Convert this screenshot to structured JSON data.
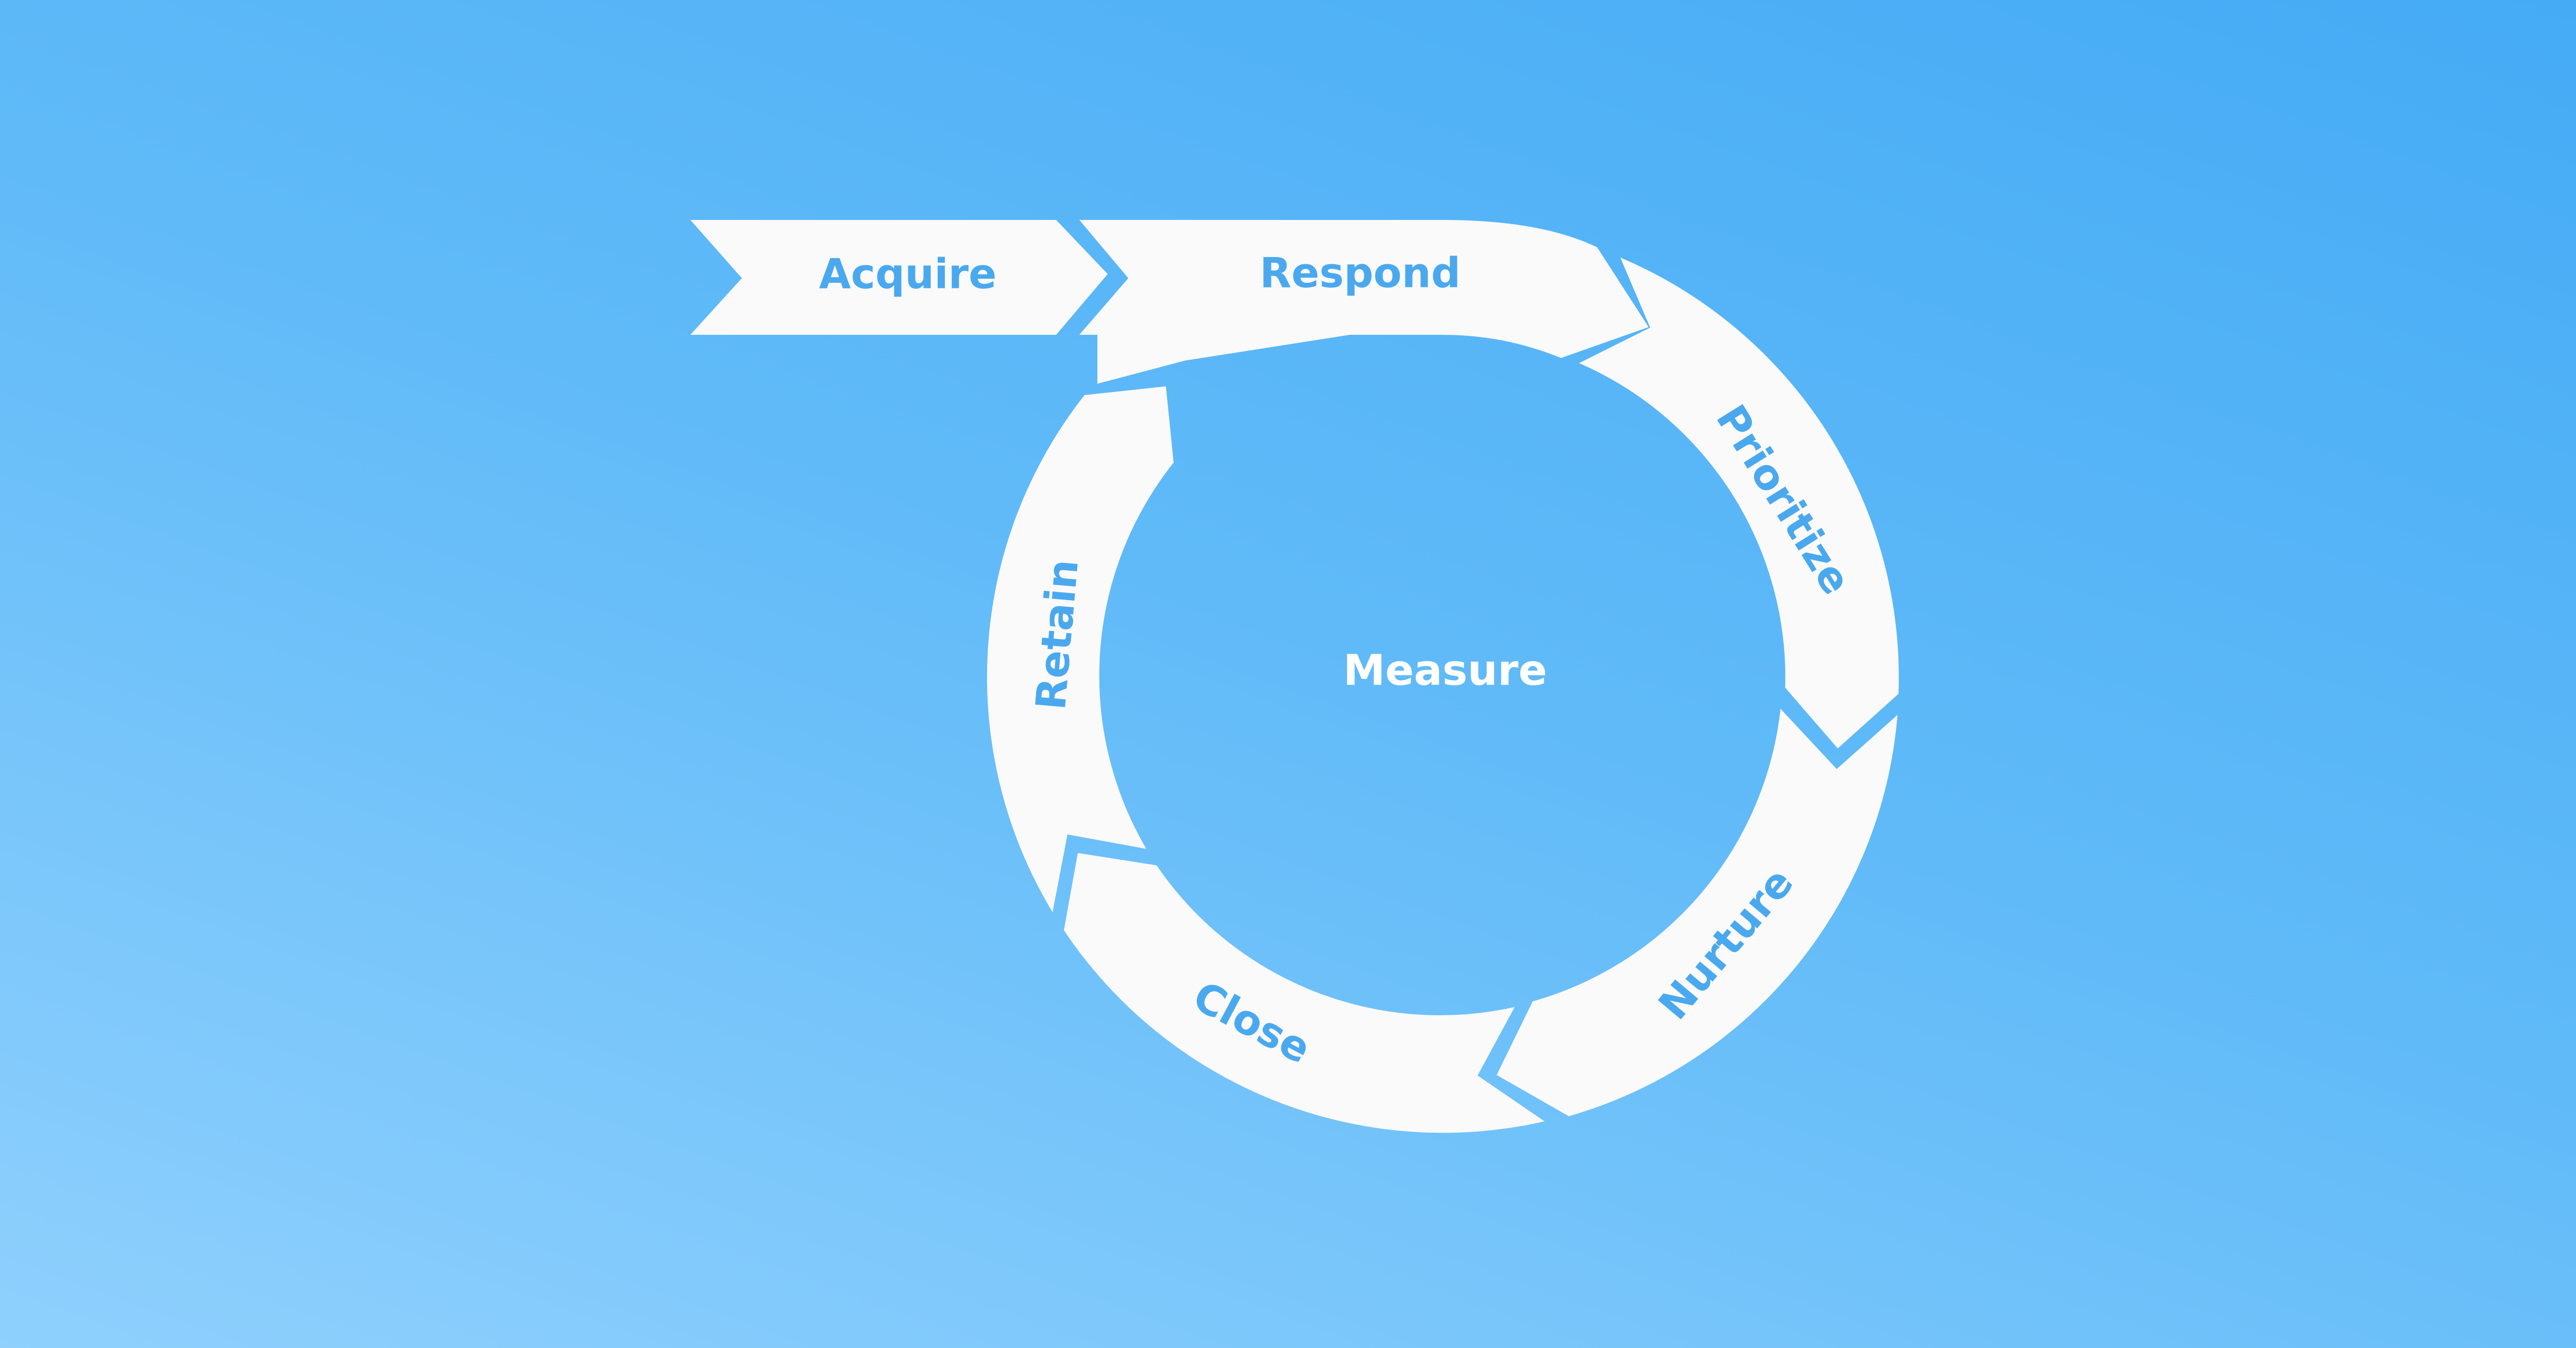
{
  "diagram": {
    "type": "cycle",
    "entry": "Acquire",
    "stages": [
      "Respond",
      "Prioritize",
      "Nurture",
      "Close",
      "Retain"
    ],
    "center": "Measure"
  },
  "colors": {
    "background_top": "#45abf5",
    "background_bottom": "#8fd0fd",
    "segment_fill": "#fafafa",
    "label_color": "#4aa9ee",
    "center_label_color": "#ffffff"
  }
}
